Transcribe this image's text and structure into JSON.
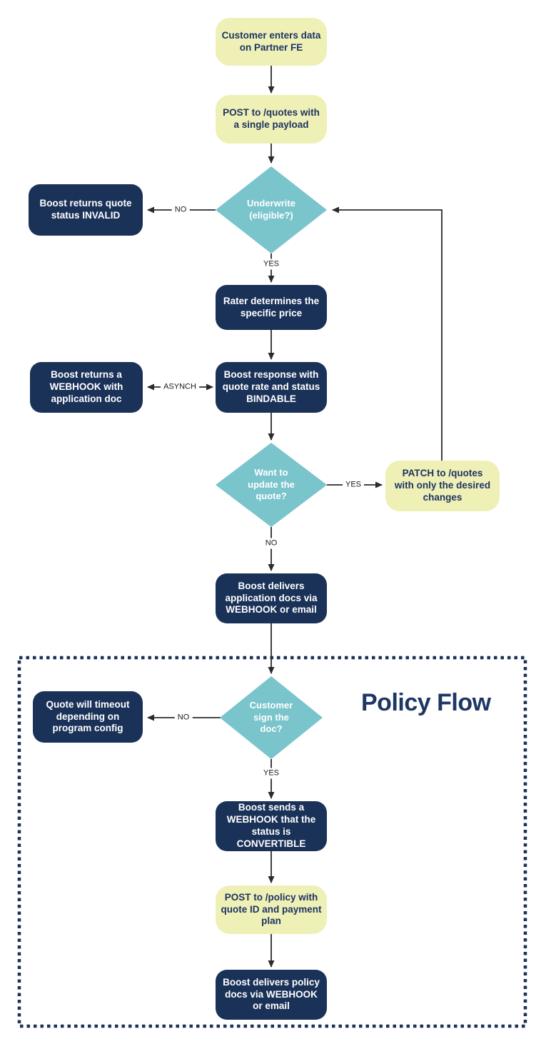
{
  "title": "Policy Flow",
  "nodes": {
    "customer_enters": {
      "text": "Customer enters data on Partner FE"
    },
    "post_quotes": {
      "text": "POST to /quotes with a single payload"
    },
    "underwrite": {
      "text": "Underwrite (eligible?)"
    },
    "invalid": {
      "text": "Boost returns quote status INVALID"
    },
    "rater": {
      "text": "Rater determines the specific price"
    },
    "webhook_app": {
      "text": "Boost returns a WEBHOOK with application doc"
    },
    "bindable": {
      "text": "Boost response with quote rate and status BINDABLE"
    },
    "update_quote": {
      "text": "Want to update the quote?"
    },
    "patch_quotes": {
      "text": "PATCH to /quotes with only the desired changes"
    },
    "app_docs": {
      "text": "Boost delivers application docs via WEBHOOK or email"
    },
    "sign_doc": {
      "text": "Customer sign the doc?"
    },
    "timeout": {
      "text": "Quote will timeout depending on program config"
    },
    "convertible": {
      "text": "Boost sends a WEBHOOK that the status is CONVERTIBLE"
    },
    "post_policy": {
      "text": "POST to /policy with quote ID and payment plan"
    },
    "policy_docs": {
      "text": "Boost delivers policy docs via WEBHOOK or email"
    }
  },
  "edge_labels": {
    "underwrite_no": "NO",
    "underwrite_yes": "YES",
    "asynch": "ASYNCH",
    "update_yes": "YES",
    "update_no": "NO",
    "sign_no": "NO",
    "sign_yes": "YES"
  },
  "colors": {
    "process_yellow": "#EFF0B6",
    "action_navy": "#1A3158",
    "decision_teal": "#7AC4CC",
    "text_navy": "#1D3462",
    "title_navy": "#1D3765",
    "line_dark": "#2B2B2B",
    "boundary_navy": "#1A3158"
  }
}
